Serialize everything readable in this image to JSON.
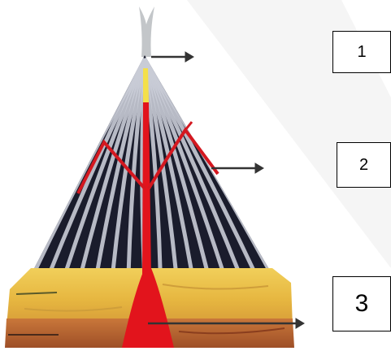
{
  "labels": {
    "box1": "1",
    "box2": "2",
    "box3": "3"
  },
  "colors": {
    "background": "#ffffff",
    "cone_dark": "#1a1c2c",
    "cone_light_stripe": "#c9ccd6",
    "magma": "#e2141c",
    "crust_yellow": "#eac046",
    "crust_brown": "#b8652e",
    "smoke": "#b8bcbf",
    "vent_yellow": "#f4e04a",
    "arrow": "#333333",
    "watermark": "#e6e6e6"
  }
}
